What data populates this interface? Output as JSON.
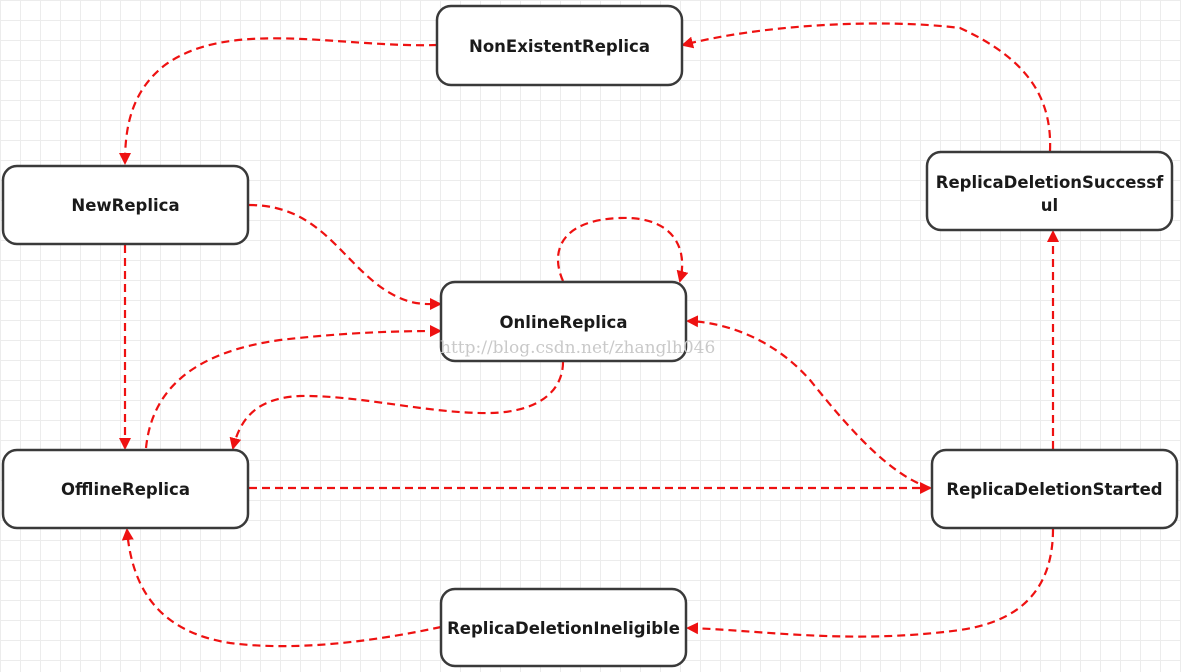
{
  "states": {
    "nonexistent": "NonExistentReplica",
    "new": "NewReplica",
    "online": "OnlineReplica",
    "offline": "OfflineReplica",
    "deletion_started": "ReplicaDeletionStarted",
    "deletion_successful": [
      "ReplicaDeletionSuccessf",
      "ul"
    ],
    "deletion_ineligible": "ReplicaDeletionIneligible"
  },
  "transitions": [
    {
      "from": "NonExistentReplica",
      "to": "NewReplica"
    },
    {
      "from": "NewReplica",
      "to": "OnlineReplica"
    },
    {
      "from": "NewReplica",
      "to": "OfflineReplica"
    },
    {
      "from": "OnlineReplica",
      "to": "OnlineReplica"
    },
    {
      "from": "OnlineReplica",
      "to": "OfflineReplica"
    },
    {
      "from": "OfflineReplica",
      "to": "OnlineReplica"
    },
    {
      "from": "OfflineReplica",
      "to": "ReplicaDeletionStarted"
    },
    {
      "from": "ReplicaDeletionStarted",
      "to": "OnlineReplica"
    },
    {
      "from": "ReplicaDeletionStarted",
      "to": "ReplicaDeletionSuccessful"
    },
    {
      "from": "ReplicaDeletionStarted",
      "to": "ReplicaDeletionIneligible"
    },
    {
      "from": "ReplicaDeletionSuccessful",
      "to": "NonExistentReplica"
    },
    {
      "from": "ReplicaDeletionIneligible",
      "to": "OfflineReplica"
    }
  ],
  "colors": {
    "edge": "#ee1111",
    "node_border": "#3a3a3a",
    "node_fill": "#ffffff",
    "grid": "#ececec"
  },
  "watermark": "http://blog.csdn.net/zhanglh046"
}
